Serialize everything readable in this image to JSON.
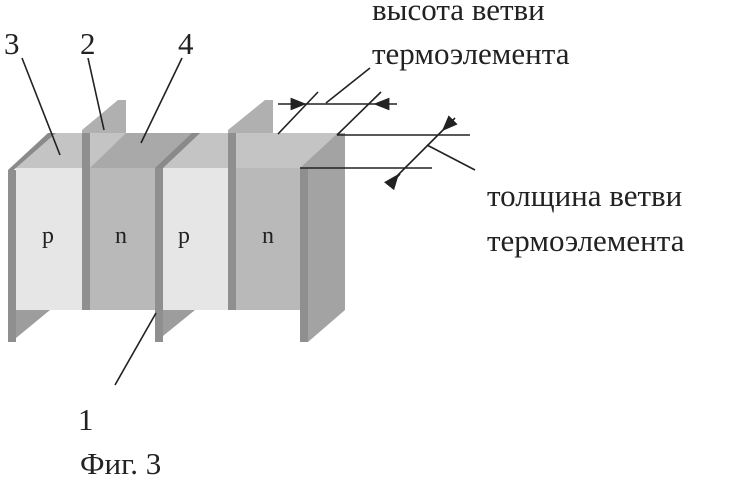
{
  "labels": {
    "num3": "3",
    "num2": "2",
    "num4": "4",
    "num1": "1",
    "height_label_line1": "высота ветви",
    "height_label_line2": "термоэлемента",
    "thickness_label_line1": "толщина ветви",
    "thickness_label_line2": "термоэлемента",
    "caption": "Фиг. 3"
  },
  "legs": [
    "p",
    "n",
    "p",
    "n"
  ],
  "colors": {
    "p": "#e6e6e6",
    "n": "#b9b9b9",
    "plate": "#8f8f8f",
    "top": "#c4c4c4",
    "line": "#222222"
  }
}
